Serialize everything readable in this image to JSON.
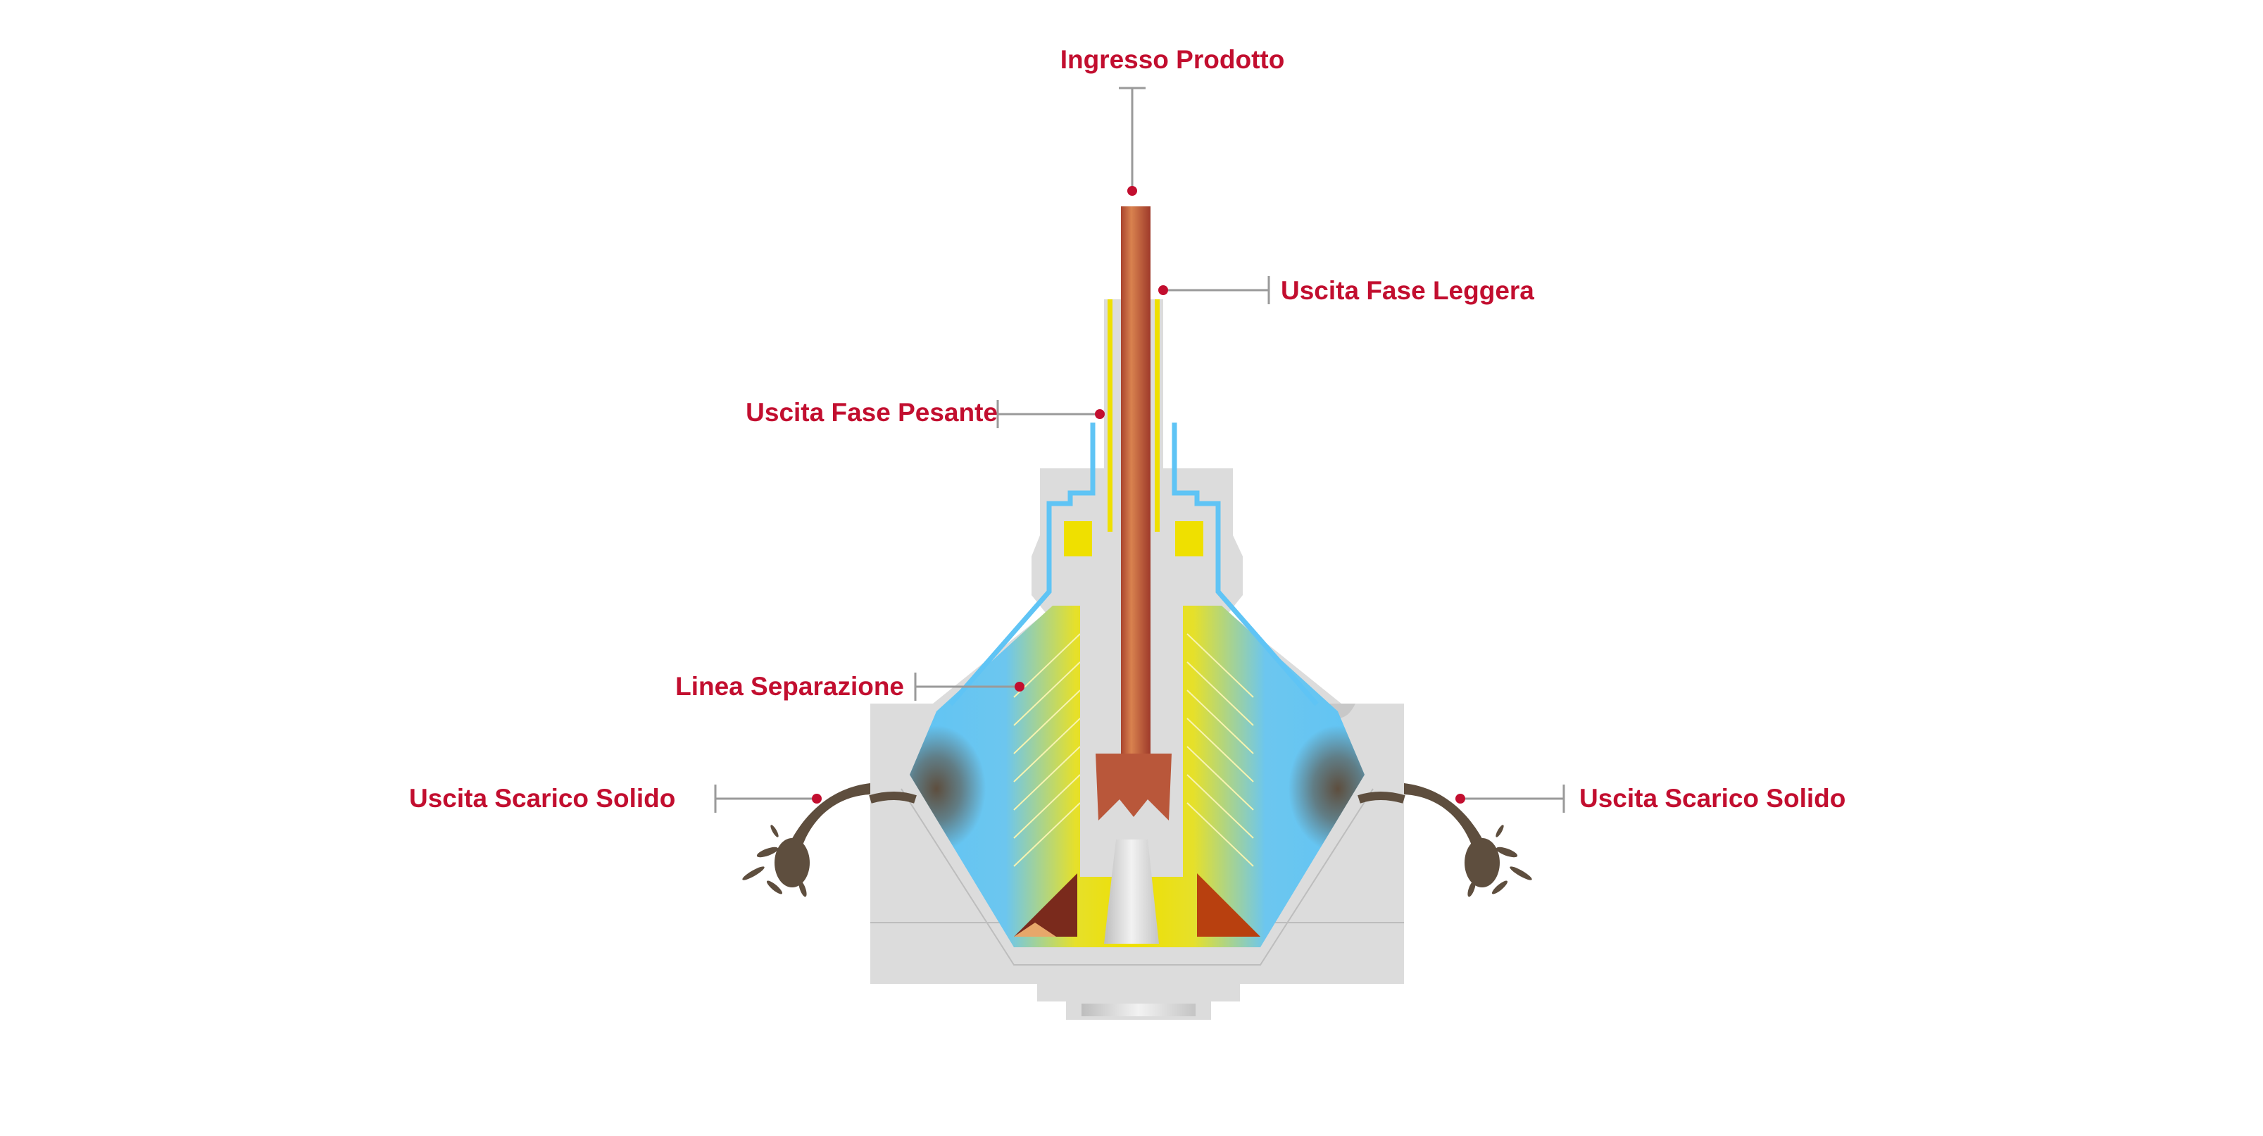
{
  "diagram": {
    "labels": {
      "product_inlet": "Ingresso Prodotto",
      "light_phase_outlet": "Uscita Fase Leggera",
      "heavy_phase_outlet": "Uscita Fase Pesante",
      "separation_line": "Linea Separazione",
      "solid_discharge_left": "Uscita Scarico Solido",
      "solid_discharge_right": "Uscita Scarico Solido"
    },
    "colors": {
      "label": "#c20e2f",
      "housing": "#dcdcdc",
      "light_phase": "#efe000",
      "heavy_phase": "#5fc4f5",
      "product": "#c9704a",
      "solids": "#5e4e3e"
    }
  }
}
